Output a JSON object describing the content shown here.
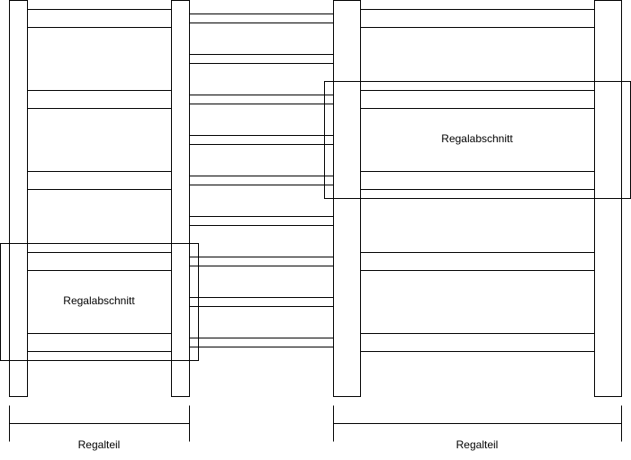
{
  "colors": {
    "stroke": "#000000",
    "background": "#ffffff"
  },
  "labels": {
    "section_right": "Regalabschnitt",
    "section_left": "Regalabschnitt",
    "part_left": "Regalteil",
    "part_right": "Regalteil"
  }
}
